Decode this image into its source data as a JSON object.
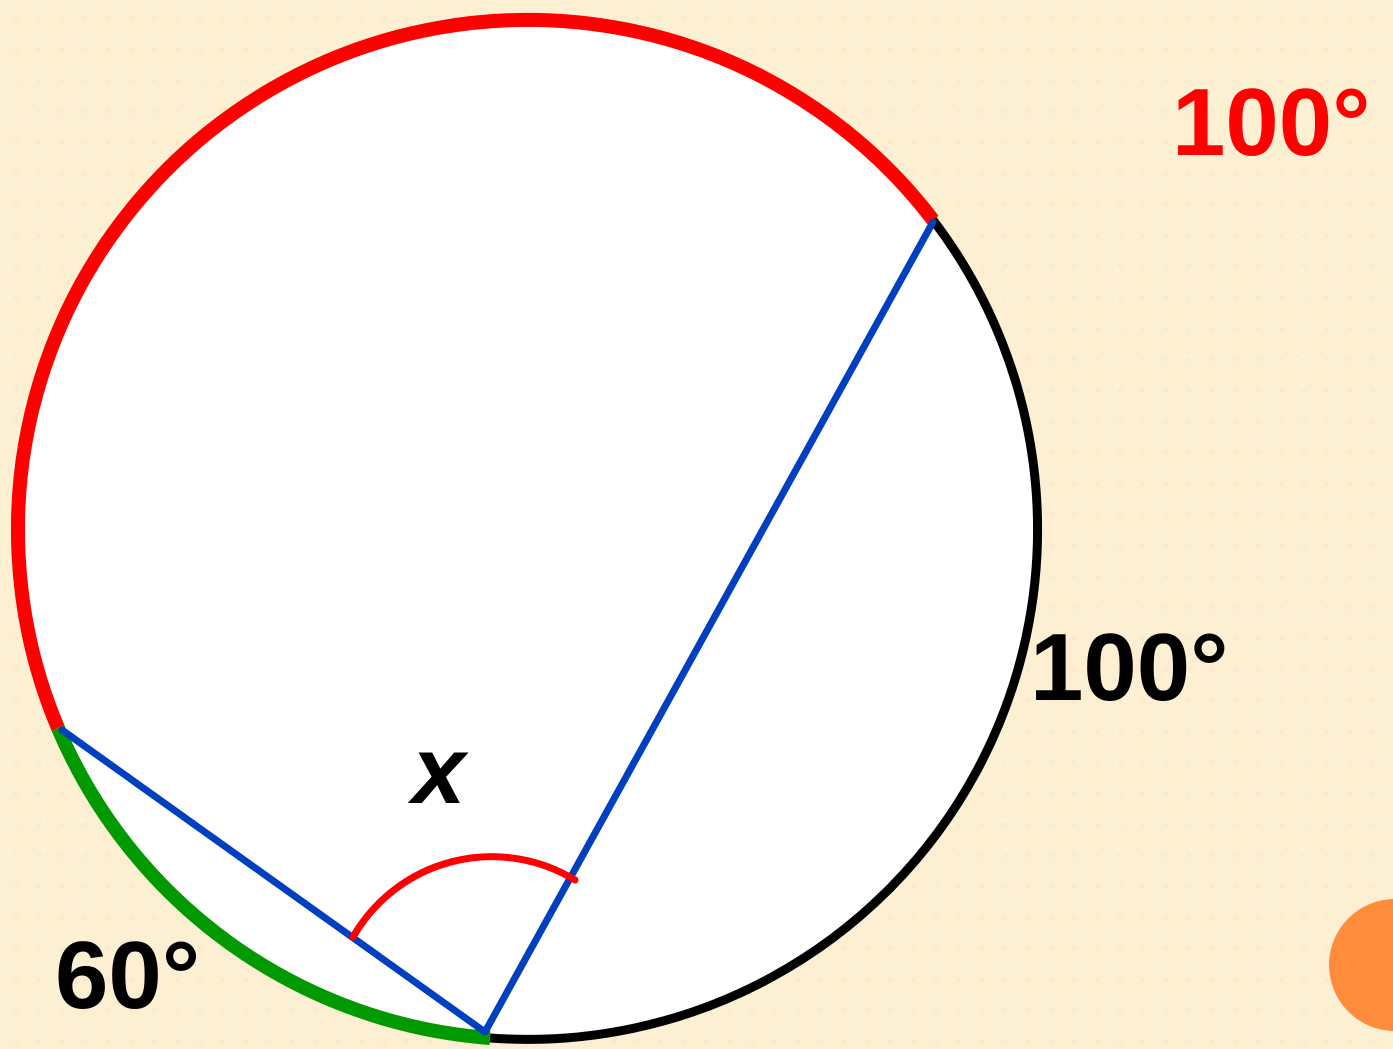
{
  "diagram": {
    "arc_labels": {
      "red_arc": "100°",
      "black_arc": "100°",
      "green_arc": "60°"
    },
    "angle_label": "x",
    "colors": {
      "background": "#fcefd2",
      "circle_fill": "#ffffff",
      "red_arc": "#ff0000",
      "black_arc": "#000000",
      "green_arc": "#009900",
      "chords": "#0040c0",
      "angle_mark": "#ff0000",
      "corner_dot": "#ff8c3a"
    },
    "partial_left_glyph": "°"
  }
}
